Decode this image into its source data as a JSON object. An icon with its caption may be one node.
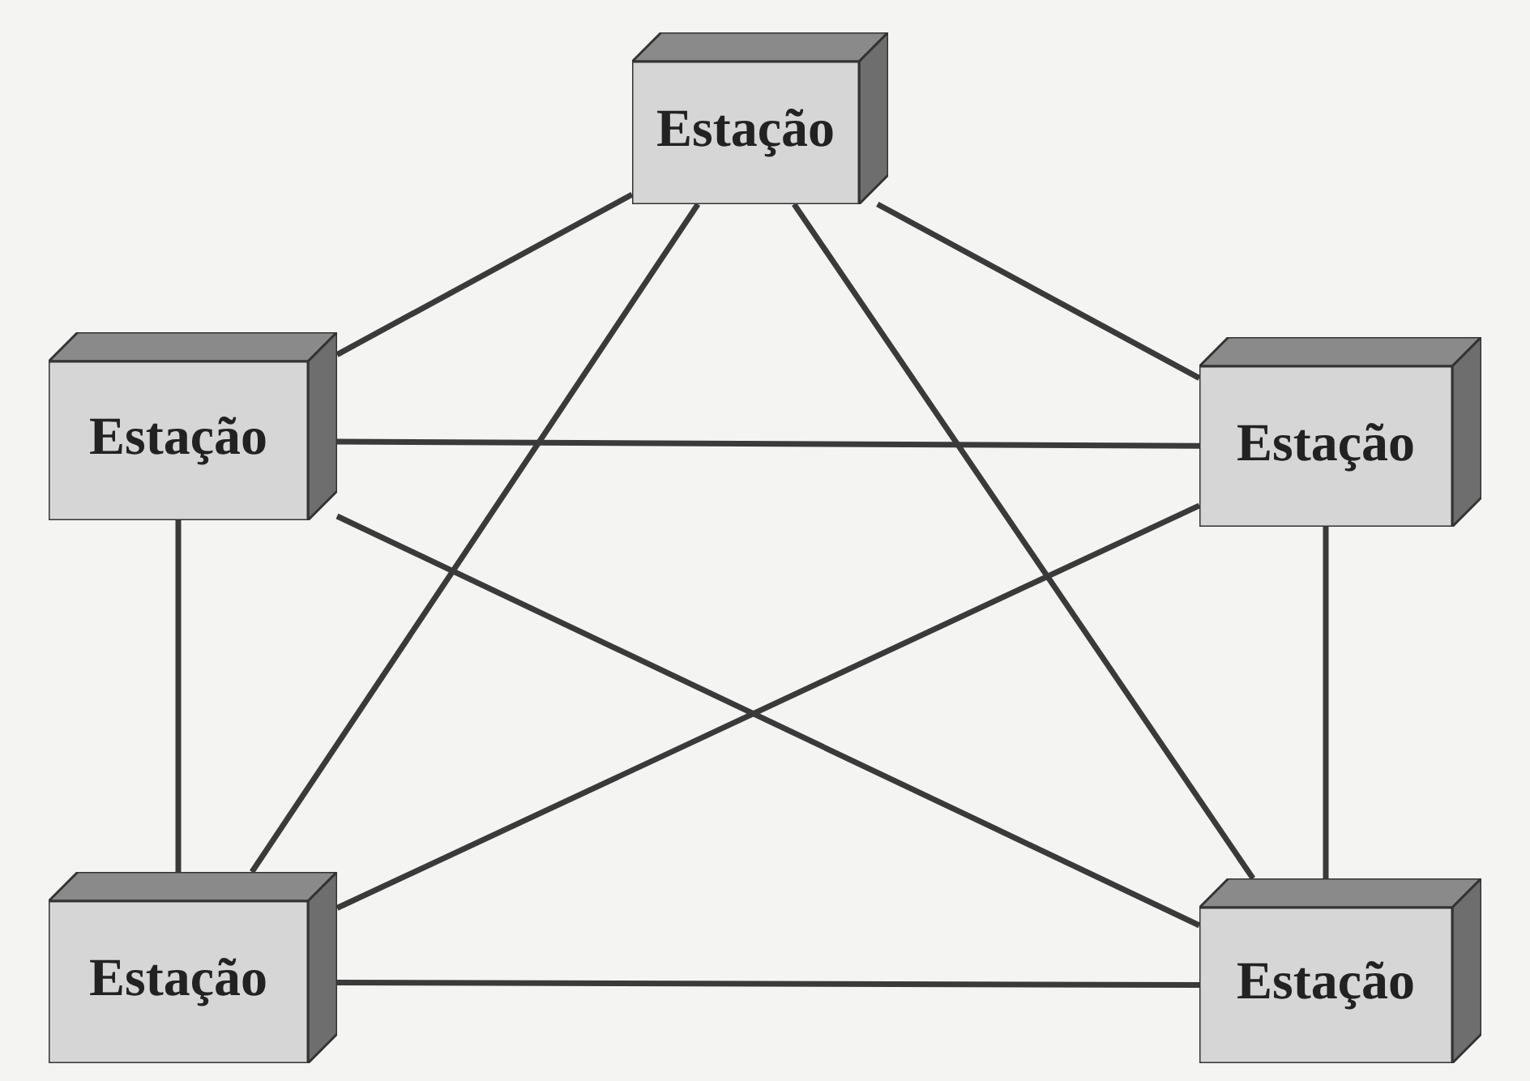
{
  "diagram": {
    "nodes": [
      {
        "text": [
          "Estação"
        ]
      },
      {
        "text": [
          "Estação"
        ]
      },
      {
        "text": [
          "Estação"
        ]
      },
      {
        "text": [
          "Estação"
        ]
      },
      {
        "text": [
          "Estação"
        ]
      }
    ],
    "edges": [
      {
        "from": 0,
        "to": 1,
        "arrow": "none"
      },
      {
        "from": 0,
        "to": 2,
        "arrow": "none"
      },
      {
        "from": 0,
        "to": 3,
        "arrow": "none"
      },
      {
        "from": 0,
        "to": 4,
        "arrow": "none"
      },
      {
        "from": 1,
        "to": 2,
        "arrow": "none"
      },
      {
        "from": 1,
        "to": 3,
        "arrow": "none"
      },
      {
        "from": 1,
        "to": 4,
        "arrow": "none"
      },
      {
        "from": 2,
        "to": 3,
        "arrow": "none"
      },
      {
        "from": 2,
        "to": 4,
        "arrow": "none"
      },
      {
        "from": 3,
        "to": 4,
        "arrow": "none"
      }
    ]
  }
}
